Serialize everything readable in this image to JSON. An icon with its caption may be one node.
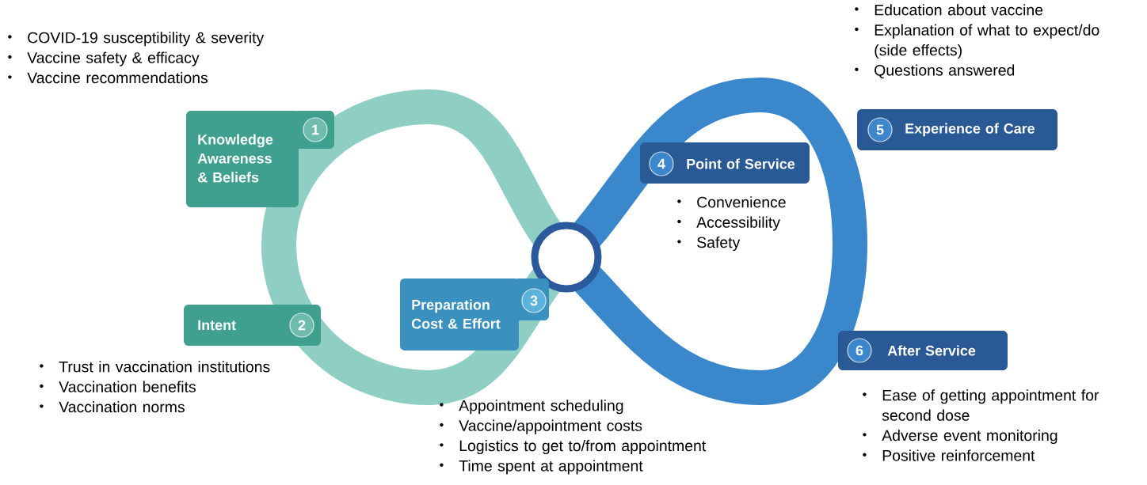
{
  "diagram": {
    "nodes": [
      {
        "text": [
          "Knowledge Awareness & Beliefs",
          "1"
        ],
        "beside": [
          "COVID-19 susceptibility & severity",
          "Vaccine safety & efficacy",
          "Vaccine recommendations"
        ]
      },
      {
        "text": [
          "Intent",
          "2"
        ],
        "beside": [
          "Trust in vaccination institutions",
          "Vaccination benefits",
          "Vaccination norms"
        ]
      },
      {
        "text": [
          "Preparation Cost & Effort",
          "3"
        ],
        "beside": [
          "Appointment scheduling",
          "Vaccine/appointment costs",
          "Logistics to get to/from appointment",
          "Time spent at appointment"
        ]
      },
      {
        "text": [
          "4",
          "Point of Service"
        ],
        "beside": [
          "Convenience",
          "Accessibility",
          "Safety"
        ]
      },
      {
        "text": [
          "5",
          "Experience of Care"
        ],
        "beside": [
          "Education about vaccine",
          "Explanation of what to expect/do (side effects)",
          "Questions answered"
        ]
      },
      {
        "text": [
          "6",
          "After Service"
        ],
        "beside": [
          "Ease of getting appointment for second dose",
          "Adverse event monitoring",
          "Positive reinforcement"
        ]
      }
    ]
  }
}
